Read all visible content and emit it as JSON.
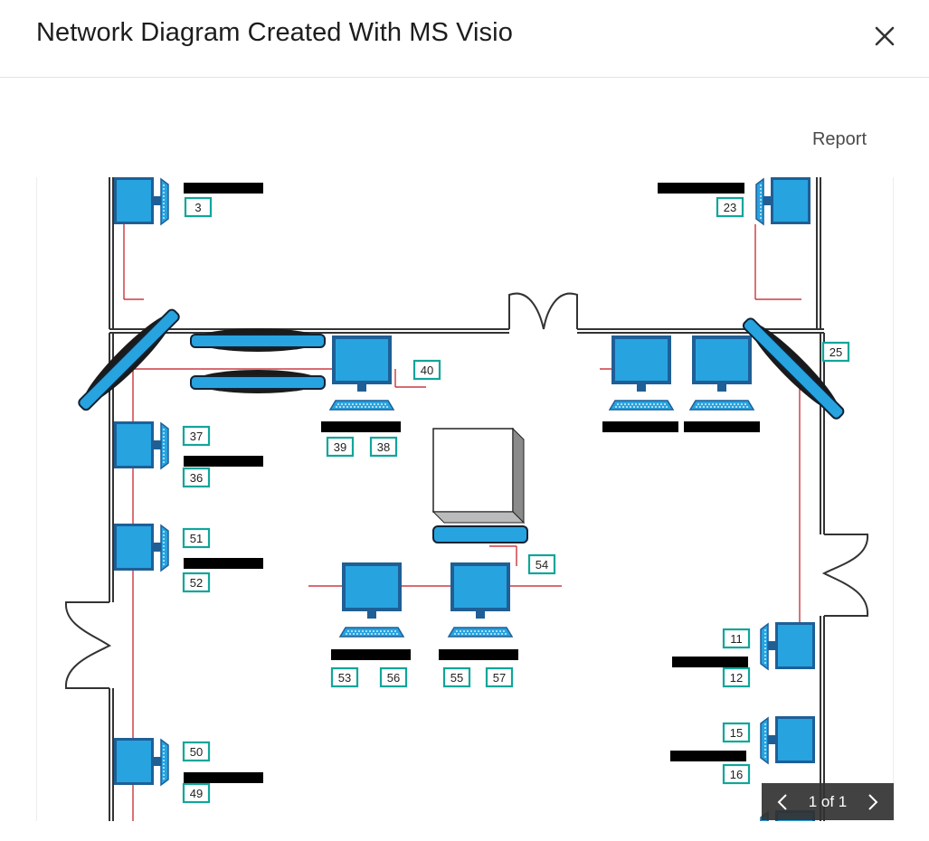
{
  "modal": {
    "title": "Network Diagram Created With MS Visio",
    "close_icon": "close-icon"
  },
  "report_label": "Report",
  "diagram": {
    "labels": [
      "3",
      "23",
      "25",
      "40",
      "39",
      "38",
      "37",
      "36",
      "51",
      "52",
      "54",
      "53",
      "56",
      "55",
      "57",
      "11",
      "12",
      "15",
      "16",
      "50",
      "49"
    ]
  },
  "pager": {
    "text": "1 of 1",
    "prev_icon": "chevron-left-icon",
    "next_icon": "chevron-right-icon"
  }
}
